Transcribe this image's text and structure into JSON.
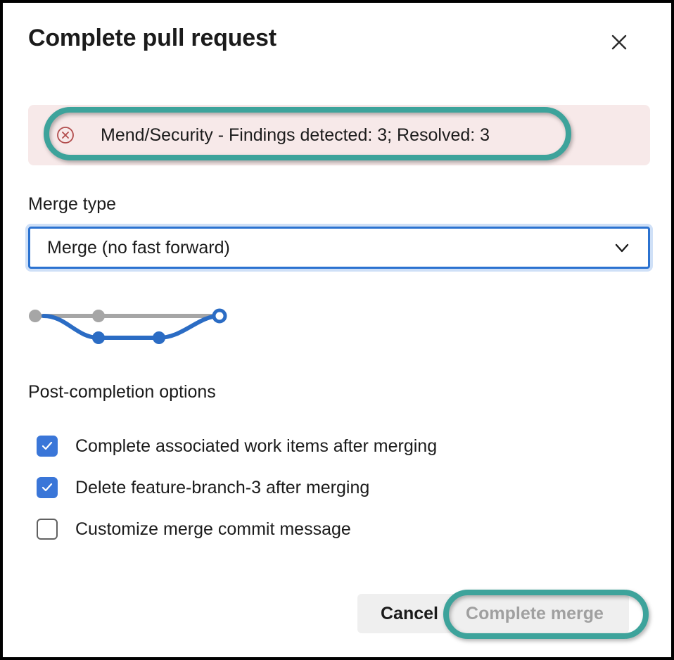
{
  "dialog": {
    "title": "Complete pull request",
    "close_label": "Close",
    "close_icon": "close-icon"
  },
  "banner": {
    "icon": "error-circle-x-icon",
    "text": "Mend/Security - Findings detected: 3; Resolved: 3",
    "background_color": "#f7e9e9",
    "icon_color": "#b14b4b"
  },
  "merge_type": {
    "label": "Merge type",
    "selected": "Merge (no fast forward)",
    "chevron_icon": "chevron-down-icon",
    "focus_border_color": "#2b72d0"
  },
  "branch_graph": {
    "alt": "Merge no fast forward commit graph",
    "base_color": "#a6a6a6",
    "branch_color": "#2b6cc4"
  },
  "post_completion": {
    "heading": "Post-completion options",
    "options": [
      {
        "label": "Complete associated work items after merging",
        "checked": true
      },
      {
        "label": "Delete feature-branch-3 after merging",
        "checked": true
      },
      {
        "label": "Customize merge commit message",
        "checked": false
      }
    ],
    "checkbox_color": "#3a76d8"
  },
  "footer": {
    "cancel_label": "Cancel",
    "complete_label": "Complete merge",
    "complete_disabled": true
  },
  "annotations": {
    "ring_color": "#3da39b"
  }
}
